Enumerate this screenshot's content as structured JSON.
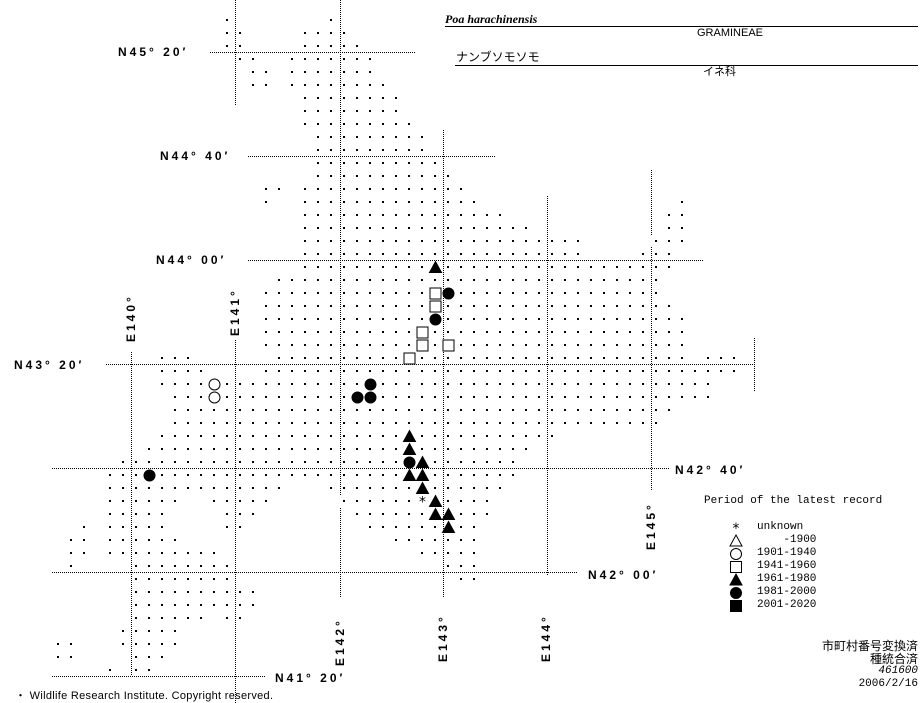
{
  "header": {
    "scientific_name": "Poa harachinensis",
    "family_latin": "GRAMINEAE",
    "japanese_name": "ナンブソモソモ",
    "family_japanese": "イネ科"
  },
  "latitude_labels": [
    "N45° 20′",
    "N44° 40′",
    "N44° 00′",
    "N43° 20′",
    "N42° 40′",
    "N42° 00′",
    "N41° 20′"
  ],
  "longitude_labels": [
    "E140°",
    "E141°",
    "E142°",
    "E143°",
    "E144°",
    "E145°"
  ],
  "legend": {
    "title": "Period of the latest record",
    "items": [
      {
        "symbol": "asterisk",
        "label": "unknown"
      },
      {
        "symbol": "open-triangle",
        "label": "    -1900"
      },
      {
        "symbol": "open-circle",
        "label": "1901-1940"
      },
      {
        "symbol": "open-square",
        "label": "1941-1960"
      },
      {
        "symbol": "filled-triangle",
        "label": "1961-1980"
      },
      {
        "symbol": "filled-circle",
        "label": "1981-2000"
      },
      {
        "symbol": "filled-square",
        "label": "2001-2020"
      }
    ]
  },
  "status": {
    "line1": "市町村番号変換済",
    "line2": "種統合済",
    "code": "461600",
    "date": "2006/2/16"
  },
  "footer": "・ Wildlife Research Institute. Copyright reserved."
}
